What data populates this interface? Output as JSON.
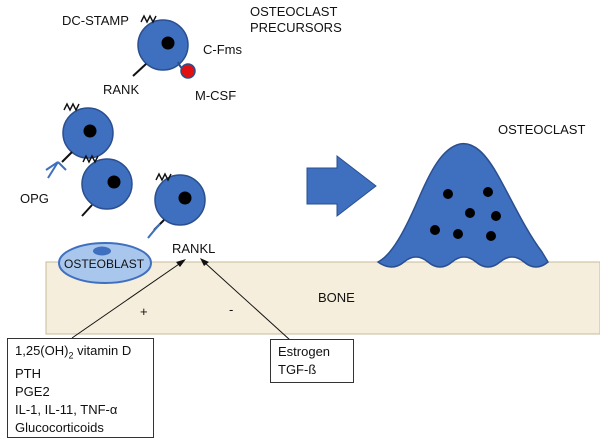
{
  "title": "OSTEOCLAST PRECURSORS",
  "title_line1": "OSTEOCLAST",
  "title_line2": "PRECURSORS",
  "labels": {
    "dc_stamp": "DC-STAMP",
    "c_fms": "C-Fms",
    "rank": "RANK",
    "m_csf": "M-CSF",
    "opg": "OPG",
    "osteoblast": "OSTEOBLAST",
    "rankl": "RANKL",
    "bone": "BONE",
    "osteoclast": "OSTEOCLAST",
    "plus": "+",
    "minus": "-"
  },
  "stimulators": {
    "vitamin_d_prefix": "1,25(OH)",
    "vitamin_d_sub": "2",
    "vitamin_d_suffix": " vitamin D",
    "items": [
      "PTH",
      "PGE2",
      "IL-1, IL-11, TNF-α",
      "Glucocorticoids"
    ]
  },
  "inhibitors": {
    "items": [
      "Estrogen",
      "TGF-ß"
    ]
  },
  "colors": {
    "cell_fill": "#3f6fbf",
    "cell_stroke": "#2a4f8f",
    "nucleus": "#000000",
    "m_csf": "#e01010",
    "bone_fill": "#f5eedc",
    "bone_stroke": "#c8b89a",
    "osteoblast_fill": "#a9c6ec",
    "arrow_fill": "#3f6fbf"
  }
}
